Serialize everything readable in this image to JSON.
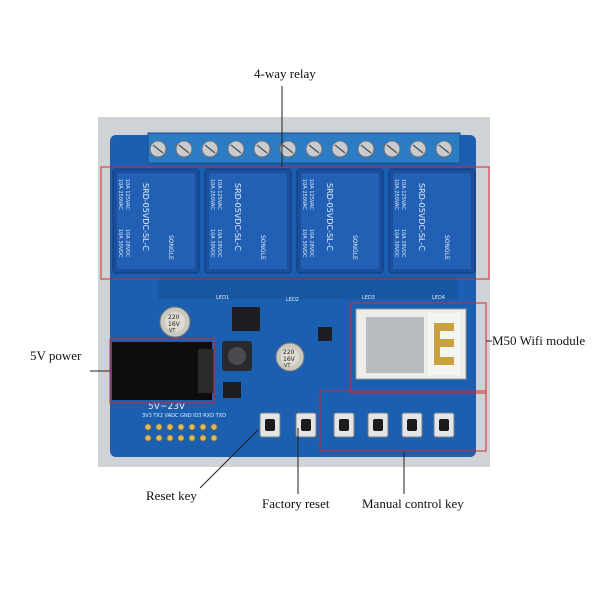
{
  "labels": {
    "relay": "4-way relay",
    "power": "5V power",
    "wifi": "M50 Wifi module",
    "reset_key": "Reset key",
    "factory_reset": "Factory reset",
    "manual_key": "Manual control key"
  },
  "board_marks": {
    "relay_model": "SRD-05VDC-SL-C",
    "relay_brand": "SONGLE",
    "relay_rating_1": "10A 250VAC",
    "relay_rating_2": "10A 125VAC",
    "relay_rating_3": "10A 30VDC",
    "relay_rating_4": "10A 28VDC",
    "led1": "LED1",
    "led2": "LED2",
    "led3": "LED3",
    "led4": "LED4",
    "cap1_value": "220",
    "cap1_volt": "16V",
    "cap1_type": "VT",
    "cap2_value": "220",
    "cap2_volt": "16V",
    "cap2_type": "VT",
    "voltage": "5V~23V",
    "header_label": "3V3 TX2 VADC GND IO3 RXD TXD"
  },
  "colors": {
    "board": "#1a5fb0",
    "relay": "#1b4f9e",
    "terminal": "#2c7cc4",
    "annotation": "#d9252b",
    "leader": "#222222"
  }
}
